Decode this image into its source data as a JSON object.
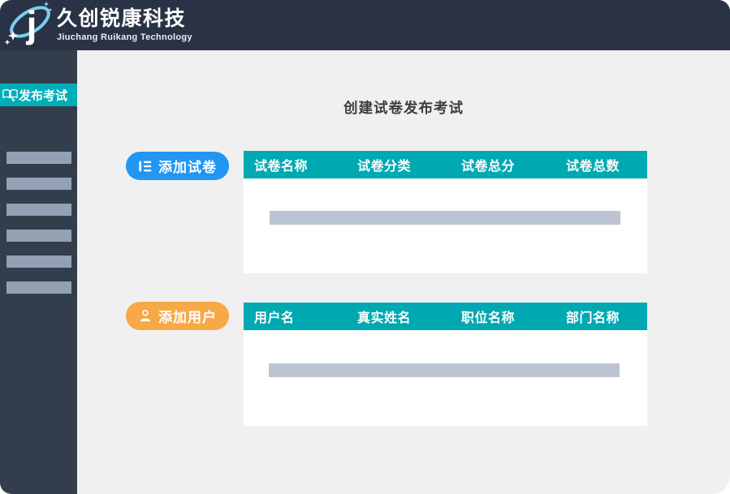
{
  "header": {
    "logo_icon": "orbit-j-logo-icon",
    "company_name": "久创锐康科技",
    "company_subtitle": "Jiuchang Ruikang Technology"
  },
  "sidebar": {
    "active_item": {
      "icon": "open-book-icon",
      "label": "发布考试"
    },
    "placeholder_item_count": 6
  },
  "main": {
    "page_title": "创建试卷发布考试",
    "exam_section": {
      "add_button": {
        "icon": "list-icon",
        "label": "添加试卷"
      },
      "table": {
        "columns": [
          "试卷名称",
          "试卷分类",
          "试卷总分",
          "试卷总数"
        ],
        "placeholder_row_count": 1
      }
    },
    "user_section": {
      "add_button": {
        "icon": "user-icon",
        "label": "添加用户"
      },
      "table": {
        "columns": [
          "用户名",
          "真实姓名",
          "职位名称",
          "部门名称"
        ],
        "placeholder_row_count": 1
      }
    }
  },
  "colors": {
    "header_bg": "#2A3245",
    "sidebar_bg": "#333E4D",
    "active_item_teal": "#00AEB8",
    "table_header_teal": "#00A9B2",
    "add_exam_blue": "#2196F3",
    "add_user_orange": "#F7A948",
    "main_bg": "#F0F0F0",
    "sidebar_placeholder": "#94A1B5",
    "table_placeholder": "#BCC3D2",
    "logo_orbit_blue": "#7BCDEE"
  }
}
